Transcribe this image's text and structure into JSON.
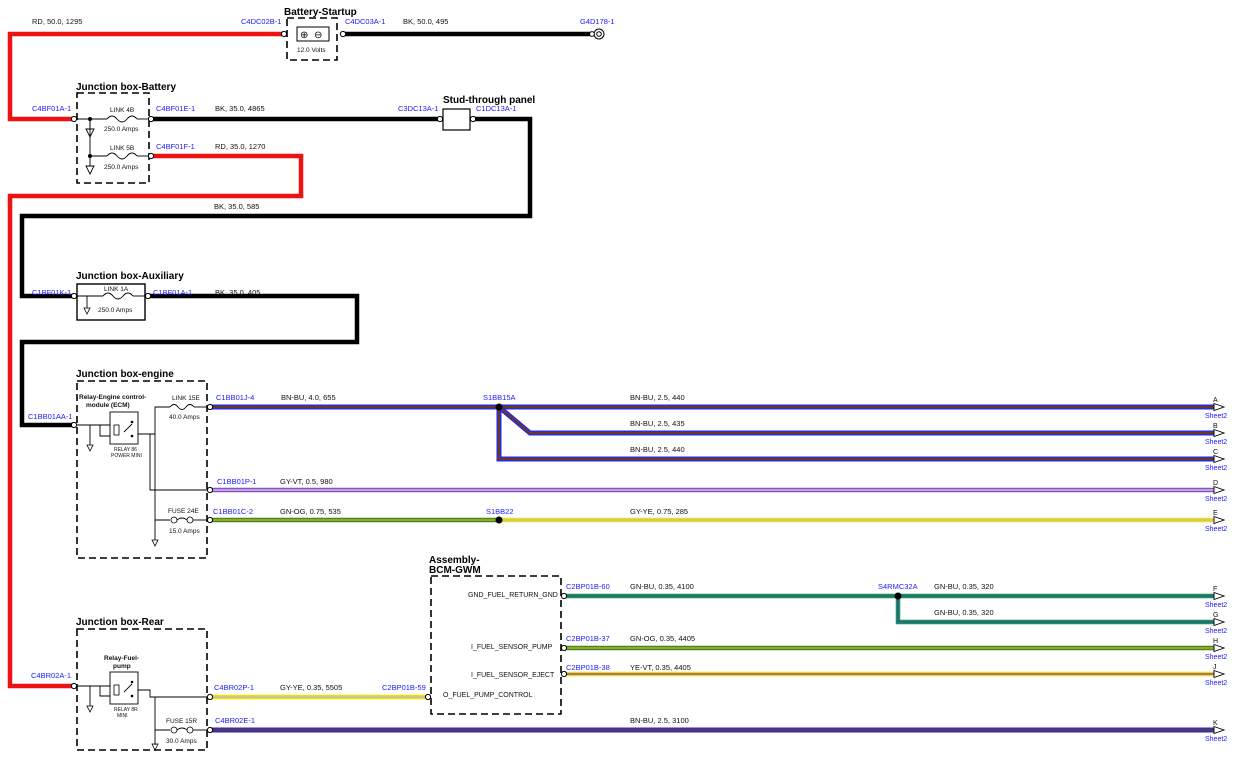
{
  "diagram": {
    "boxes": {
      "battery_startup": "Battery-Startup",
      "battery_volts": "12.0 Volts",
      "jb_battery": "Junction box-Battery",
      "stud_panel": "Stud-through panel",
      "jb_aux": "Junction box-Auxiliary",
      "jb_engine": "Junction box-engine",
      "relay_ecm_1": "Relay-Engine control-",
      "relay_ecm_2": "module (ECM)",
      "relay_ecm_sub_1": "RELAY 86",
      "relay_ecm_sub_2": "POWER MINI",
      "assembly_1": "Assembly-",
      "assembly_2": "BCM-GWM",
      "jb_rear": "Junction box-Rear",
      "relay_fuel_1": "Relay-Fuel-",
      "relay_fuel_2": "pump",
      "relay_fuel_sub_1": "RELAY 8R",
      "relay_fuel_sub_2": "MINI"
    },
    "fuses": {
      "link4b": "LINK 4B",
      "link4b_amps": "250.0 Amps",
      "link5b": "LINK 5B",
      "link5b_amps": "250.0 Amps",
      "link1a": "LINK 1A",
      "link1a_amps": "250.0 Amps",
      "link15e": "LINK 15E",
      "link15e_amps": "40.0 Amps",
      "fuse24e": "FUSE 24E",
      "fuse24e_amps": "15.0 Amps",
      "fuse15r": "FUSE 15R",
      "fuse15r_amps": "30.0 Amps"
    },
    "connectors": {
      "c4dc02b": "C4DC02B-1",
      "c4dc03a": "C4DC03A-1",
      "g4d178": "G4D178-1",
      "c4bf01a": "C4BF01A-1",
      "c4bf01e": "C4BF01E-1",
      "c4bf01f": "C4BF01F-1",
      "c3dc13a": "C3DC13A-1",
      "c1dc13a": "C1DC13A-1",
      "c1bf01k": "C1BF01K-1",
      "c1bf01a": "C1BF01A-1",
      "c1bb01aa": "C1BB01AA-1",
      "c1bb01j": "C1BB01J-4",
      "s1bb15a": "S1BB15A",
      "c1bb01p": "C1BB01P-1",
      "c1bb01c": "C1BB01C-2",
      "s1bb22": "S1BB22",
      "c2bp01b60": "C2BP01B-60",
      "s4rmc32a": "S4RMC32A",
      "c2bp01b37": "C2BP01B-37",
      "c2bp01b38": "C2BP01B-38",
      "c4br02a": "C4BR02A-1",
      "c4br02p": "C4BR02P-1",
      "c2bp01b59": "C2BP01B-59",
      "c4br02e": "C4BR02E-1"
    },
    "wires": {
      "w_rd_1295": "RD,  50.0,  1295",
      "w_bk_495": "BK,  50.0,  495",
      "w_bk_4865": "BK,  35.0,  4865",
      "w_rd_1270": "RD,  35.0,  1270",
      "w_bk_585": "BK,  35.0,  585",
      "w_bk_405": "BK,  35.0,  405",
      "w_bnbu_655": "BN-BU,  4.0,  655",
      "w_bnbu_440a": "BN-BU,  2.5,  440",
      "w_bnbu_435": "BN-BU,  2.5,  435",
      "w_bnbu_440c": "BN-BU,  2.5,  440",
      "w_gyvt_980": "GY-VT,  0.5,  980",
      "w_gnog_535": "GN-OG,  0.75,  535",
      "w_gyye_285": "GY-YE,  0.75,  285",
      "w_gnbu_4100": "GN-BU,  0.35,  4100",
      "w_gnbu_320a": "GN-BU,  0.35,  320",
      "w_gnbu_320b": "GN-BU,  0.35,  320",
      "w_gnog_4405": "GN-OG,  0.35,  4405",
      "w_yevt_4405": "YE-VT,  0.35,  4405",
      "w_gyye_5505": "GY-YE,  0.35,  5505",
      "w_bnbu_3100": "BN-BU,  2.5,  3100"
    },
    "signals": {
      "gnd_fuel": "GND_FUEL_RETURN_GND",
      "fuel_pump": "I_FUEL_SENSOR_PUMP",
      "fuel_eject": "I_FUEL_SENSOR_EJECT",
      "pump_ctrl": "O_FUEL_PUMP_CONTROL"
    },
    "sheet_refs": {
      "A": "A",
      "B": "B",
      "C": "C",
      "D": "D",
      "E": "E",
      "F": "F",
      "G": "G",
      "H": "H",
      "J": "J",
      "K": "K",
      "sheet": "Sheet2"
    },
    "wire_colors": {
      "red": "#ee1111",
      "black": "#000000",
      "brown_blue": "#6b3a1e",
      "blue_stripe": "#2a2ad8",
      "gray_violet": "#a48be0",
      "green": "#1e9a2c",
      "orange": "#ff8c1a",
      "yellow": "#f0e000",
      "blue": "#2a52d8",
      "violet": "#8a4ccf"
    }
  }
}
